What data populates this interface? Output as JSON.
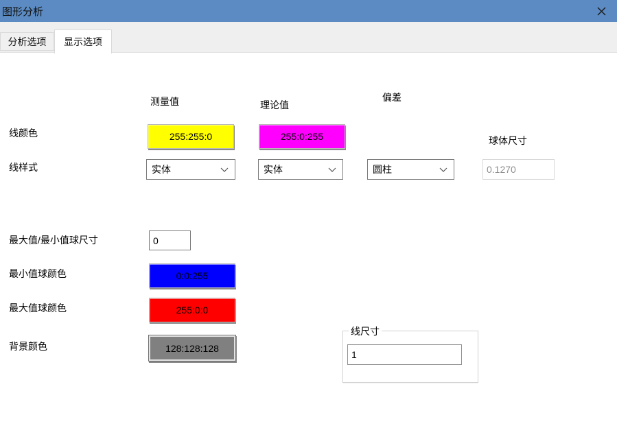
{
  "window": {
    "title": "图形分析",
    "titlebar_color": "#5b8bc2"
  },
  "tabs": [
    {
      "label": "分析选项",
      "active": false
    },
    {
      "label": "显示选项",
      "active": true
    }
  ],
  "columns": {
    "measured": "测量值",
    "nominal": "理论值",
    "deviation": "偏差"
  },
  "rows": {
    "line_color": {
      "label": "线颜色",
      "measured": {
        "text": "255:255:0",
        "color": "#ffff00"
      },
      "nominal": {
        "text": "255:0:255",
        "color": "#ff00ff"
      }
    },
    "line_style": {
      "label": "线样式",
      "measured": "实体",
      "nominal": "实体",
      "deviation": "圆柱"
    },
    "sphere_size": {
      "label": "球体尺寸",
      "value": "0.1270"
    },
    "minmax_sphere_size": {
      "label": "最大值/最小值球尺寸",
      "value": "0"
    },
    "min_sphere_color": {
      "label": "最小值球颜色",
      "text": "0:0:255",
      "color": "#0000ff"
    },
    "max_sphere_color": {
      "label": "最大值球颜色",
      "text": "255:0:0",
      "color": "#ff0000"
    },
    "background_color": {
      "label": "背景颜色",
      "text": "128:128:128",
      "color": "#808080"
    },
    "line_size": {
      "label": "线尺寸",
      "value": "1"
    }
  }
}
